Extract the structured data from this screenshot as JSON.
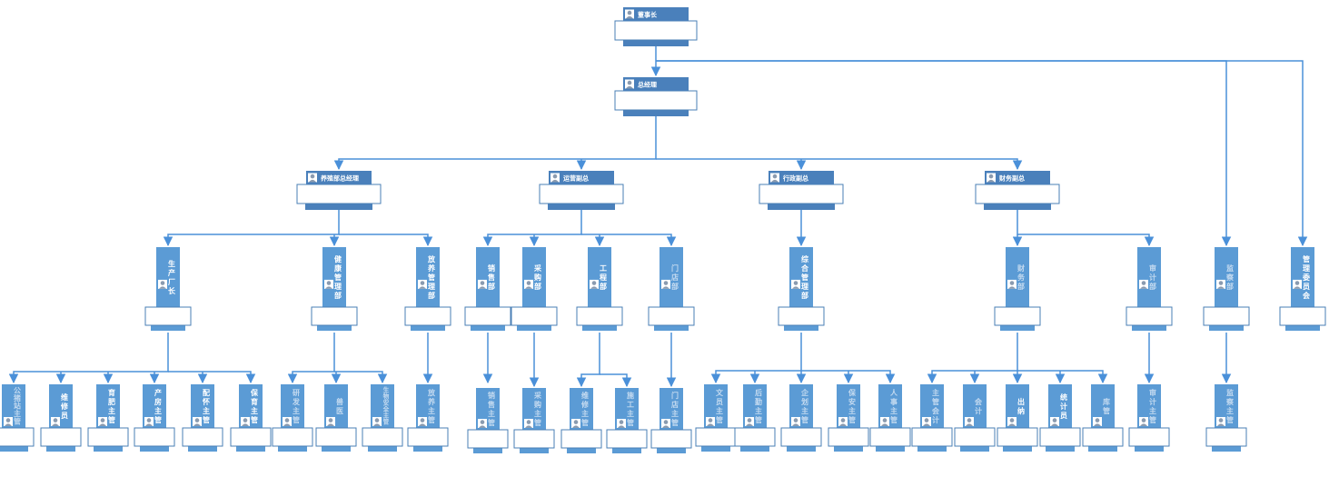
{
  "colors": {
    "line": "#4a90d9",
    "header": "#4a80bb",
    "vbox": "#5b9bd5",
    "box_border": "#4a7fb5",
    "text_bright": "#ffffff",
    "text_faded": "#c4daf0"
  },
  "icon": "person-icon",
  "nodes": {
    "n_chairman": {
      "label": "董事长"
    },
    "n_gm": {
      "label": "总经理"
    },
    "n_vp_breed": {
      "label": "养殖部总经理"
    },
    "n_vp_ops": {
      "label": "运营副总"
    },
    "n_vp_admin": {
      "label": "行政副总"
    },
    "n_vp_fin": {
      "label": "财务副总"
    },
    "d_prod": {
      "label": "生产厂长"
    },
    "d_health": {
      "label": "健康管理部"
    },
    "d_grazing": {
      "label": "放养管理部"
    },
    "d_sales": {
      "label": "销售部"
    },
    "d_purchase": {
      "label": "采购部"
    },
    "d_eng": {
      "label": "工程部"
    },
    "d_store": {
      "label": "门店部"
    },
    "d_general": {
      "label": "综合管理部"
    },
    "d_finance": {
      "label": "财务部"
    },
    "d_audit": {
      "label": "审计部"
    },
    "d_supervise": {
      "label": "监察部"
    },
    "d_committee": {
      "label": "管理委员会"
    },
    "s_boar": {
      "label": "公猪站主管"
    },
    "s_repair": {
      "label": "维修员"
    },
    "s_fatten": {
      "label": "育肥主管"
    },
    "s_farrow": {
      "label": "产房主管"
    },
    "s_breed": {
      "label": "配怀主管"
    },
    "s_nursery": {
      "label": "保育主管"
    },
    "s_research": {
      "label": "研发主管"
    },
    "s_vet": {
      "label": "兽医"
    },
    "s_safety": {
      "label": "生物安全主管"
    },
    "s_graze": {
      "label": "放养主管"
    },
    "s_salesmgr": {
      "label": "销售主管"
    },
    "s_buyer": {
      "label": "采购主管"
    },
    "s_maint": {
      "label": "维修主管"
    },
    "s_site": {
      "label": "施工主管"
    },
    "s_storemgr": {
      "label": "门店主管"
    },
    "s_clerk": {
      "label": "文员主管"
    },
    "s_logi": {
      "label": "后勤主管"
    },
    "s_plan": {
      "label": "企划主管"
    },
    "s_secure": {
      "label": "保安主管"
    },
    "s_hr": {
      "label": "人事主管"
    },
    "s_chiefacct": {
      "label": "主管会计"
    },
    "s_acct": {
      "label": "会计"
    },
    "s_cashier": {
      "label": "出纳"
    },
    "s_stat": {
      "label": "统计员"
    },
    "s_ware": {
      "label": "库管"
    },
    "s_auditmgr": {
      "label": "审计主管"
    },
    "s_supmgr": {
      "label": "监察主管"
    }
  }
}
